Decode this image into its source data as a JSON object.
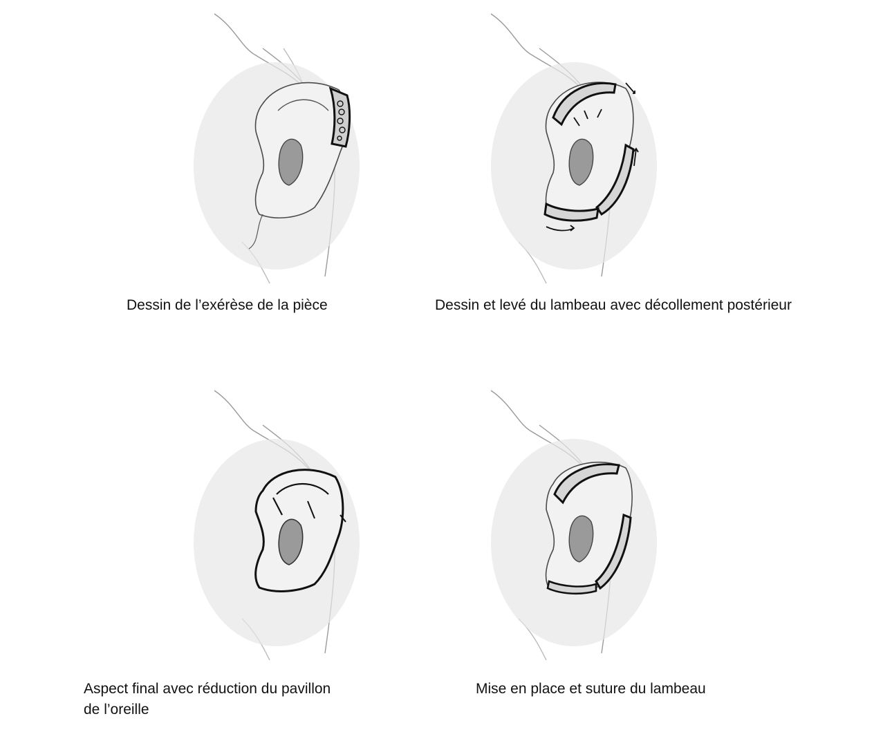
{
  "figure": {
    "panels": [
      {
        "id": "excision",
        "caption": "Dessin de l’exérèse de la pièce"
      },
      {
        "id": "flap-raise",
        "caption": "Dessin et levé du lambeau avec décollement postérieur"
      },
      {
        "id": "final",
        "caption_line1": "Aspect final avec réduction du pavillon",
        "caption_line2": "de l’oreille"
      },
      {
        "id": "suture",
        "caption": "Mise en place et suture du lambeau"
      }
    ],
    "colors": {
      "ink": "#111111",
      "shade": "#6f6f6f",
      "skin": "#bdbdbd",
      "cavity": "#8a8a8a"
    }
  }
}
